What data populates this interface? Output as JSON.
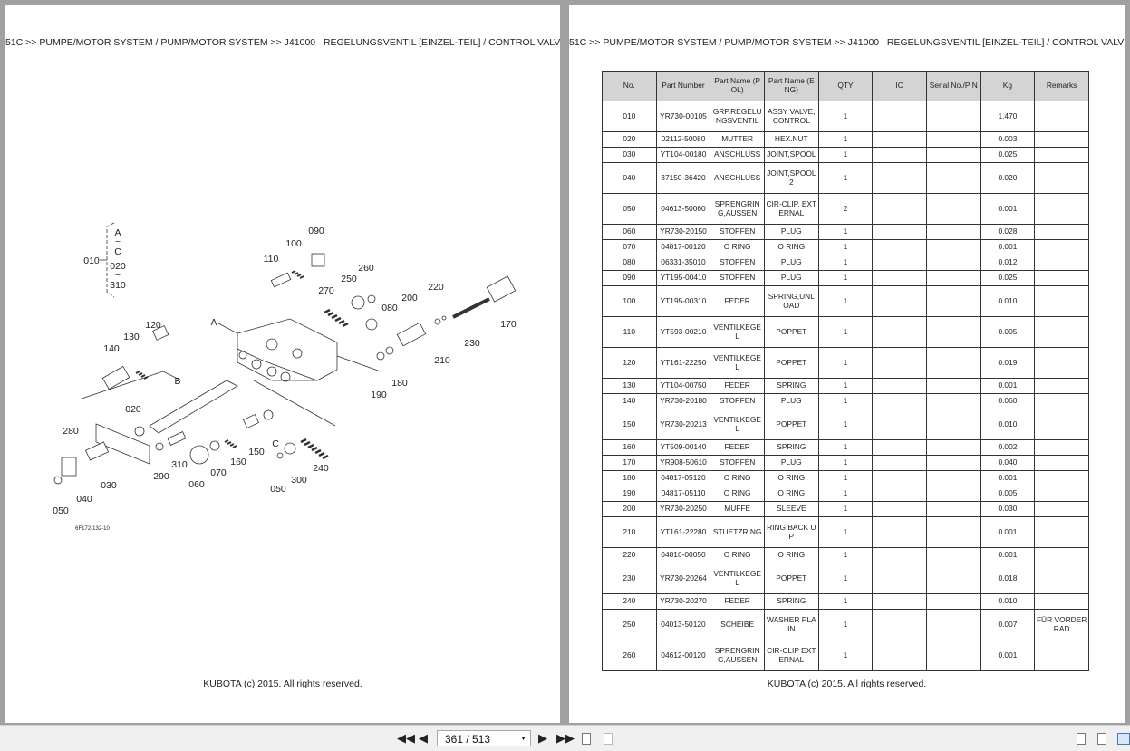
{
  "breadcrumb": "51C >> PUMPE/MOTOR SYSTEM / PUMP/MOTOR SYSTEM >> J41000   REGELUNGSVENTIL [EINZEL-TEIL] / CONTROL VALVE [(",
  "footer": "KUBOTA (c) 2015. All rights reserved.",
  "diagram": {
    "figure_code": "6F172-132-10",
    "callouts": [
      "090",
      "100",
      "110",
      "260",
      "250",
      "270",
      "220",
      "200",
      "080",
      "170",
      "230",
      "210",
      "180",
      "190",
      "A",
      "120",
      "130",
      "140",
      "B",
      "020",
      "280",
      "C",
      "150",
      "160",
      "310",
      "070",
      "240",
      "290",
      "300",
      "060",
      "030",
      "050",
      "040",
      "050",
      "010"
    ],
    "bracket": [
      "A",
      "~",
      "C",
      "020",
      "~",
      "310"
    ]
  },
  "table": {
    "headers": [
      "No.",
      "Part Number",
      "Part Name (POL)",
      "Part Name (ENG)",
      "QTY",
      "IC",
      "Serial No./PIN",
      "Kg",
      "Remarks"
    ],
    "rows": [
      [
        "010",
        "YR730-00105",
        "GRP.REGELUNGSVENTIL",
        "ASSY VALVE,CONTROL",
        "1",
        "",
        "",
        "1.470",
        ""
      ],
      [
        "020",
        "02112-50080",
        "MUTTER",
        "HEX.NUT",
        "1",
        "",
        "",
        "0.003",
        ""
      ],
      [
        "030",
        "YT104-00180",
        "ANSCHLUSS",
        "JOINT,SPOOL",
        "1",
        "",
        "",
        "0.025",
        ""
      ],
      [
        "040",
        "37150-36420",
        "ANSCHLUSS",
        "JOINT,SPOOL 2",
        "1",
        "",
        "",
        "0.020",
        ""
      ],
      [
        "050",
        "04613-50060",
        "SPRENGRING,AUSSEN",
        "CIR-CLIP, EXTERNAL",
        "2",
        "",
        "",
        "0.001",
        ""
      ],
      [
        "060",
        "YR730-20150",
        "STOPFEN",
        "PLUG",
        "1",
        "",
        "",
        "0.028",
        ""
      ],
      [
        "070",
        "04817-00120",
        "O RING",
        "O RING",
        "1",
        "",
        "",
        "0.001",
        ""
      ],
      [
        "080",
        "06331-35010",
        "STOPFEN",
        "PLUG",
        "1",
        "",
        "",
        "0.012",
        ""
      ],
      [
        "090",
        "YT195-00410",
        "STOPFEN",
        "PLUG",
        "1",
        "",
        "",
        "0.025",
        ""
      ],
      [
        "100",
        "YT195-00310",
        "FEDER",
        "SPRING,UNLOAD",
        "1",
        "",
        "",
        "0.010",
        ""
      ],
      [
        "110",
        "YT593-00210",
        "VENTILKEGEL",
        "POPPET",
        "1",
        "",
        "",
        "0.005",
        ""
      ],
      [
        "120",
        "YT161-22250",
        "VENTILKEGEL",
        "POPPET",
        "1",
        "",
        "",
        "0.019",
        ""
      ],
      [
        "130",
        "YT104-00750",
        "FEDER",
        "SPRING",
        "1",
        "",
        "",
        "0.001",
        ""
      ],
      [
        "140",
        "YR730-20180",
        "STOPFEN",
        "PLUG",
        "1",
        "",
        "",
        "0.060",
        ""
      ],
      [
        "150",
        "YR730-20213",
        "VENTILKEGEL",
        "POPPET",
        "1",
        "",
        "",
        "0.010",
        ""
      ],
      [
        "160",
        "YT509-00140",
        "FEDER",
        "SPRING",
        "1",
        "",
        "",
        "0.002",
        ""
      ],
      [
        "170",
        "YR908-50610",
        "STOPFEN",
        "PLUG",
        "1",
        "",
        "",
        "0.040",
        ""
      ],
      [
        "180",
        "04817-05120",
        "O RING",
        "O RING",
        "1",
        "",
        "",
        "0.001",
        ""
      ],
      [
        "190",
        "04817-05110",
        "O RING",
        "O RING",
        "1",
        "",
        "",
        "0.005",
        ""
      ],
      [
        "200",
        "YR730-20250",
        "MUFFE",
        "SLEEVE",
        "1",
        "",
        "",
        "0.030",
        ""
      ],
      [
        "210",
        "YT161-22280",
        "STUETZRING",
        "RING,BACK UP",
        "1",
        "",
        "",
        "0.001",
        ""
      ],
      [
        "220",
        "04816-00050",
        "O RING",
        "O RING",
        "1",
        "",
        "",
        "0.001",
        ""
      ],
      [
        "230",
        "YR730-20264",
        "VENTILKEGEL",
        "POPPET",
        "1",
        "",
        "",
        "0.018",
        ""
      ],
      [
        "240",
        "YR730-20270",
        "FEDER",
        "SPRING",
        "1",
        "",
        "",
        "0.010",
        ""
      ],
      [
        "250",
        "04013-50120",
        "SCHEIBE",
        "WASHER PLAIN",
        "1",
        "",
        "",
        "0.007",
        "FÜR VORDERRAD"
      ],
      [
        "260",
        "04612-00120",
        "SPRENGRING,AUSSEN",
        "CIR-CLIP EXTERNAL",
        "1",
        "",
        "",
        "0.001",
        ""
      ]
    ]
  },
  "toolbar": {
    "page_indicator": "361 / 513",
    "icons": [
      "first-page-icon",
      "previous-page-icon",
      "next-page-icon",
      "last-page-icon",
      "go-back-view-icon",
      "go-forward-view-icon",
      "single-page-view-icon",
      "continuous-view-icon",
      "two-page-view-icon"
    ],
    "active_view": "two-page"
  }
}
